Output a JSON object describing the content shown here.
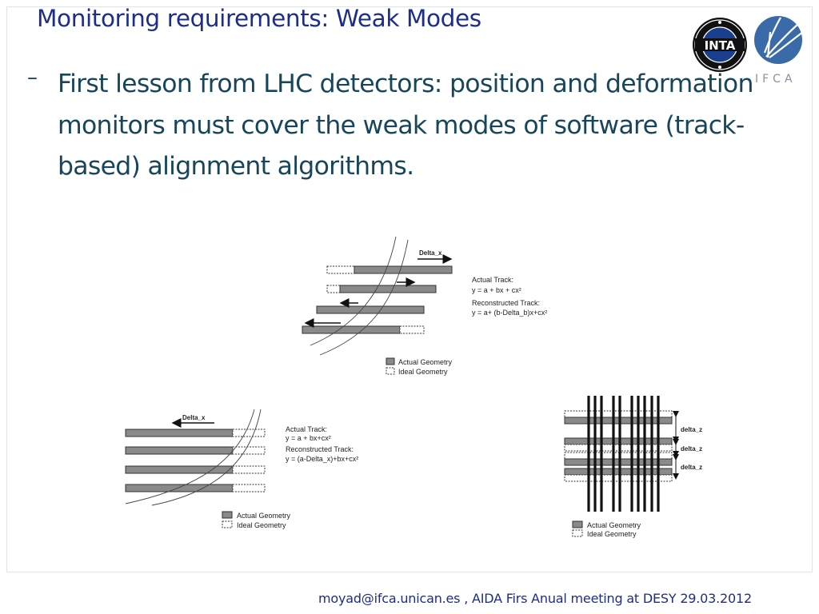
{
  "slide": {
    "title": "Monitoring requirements: Weak Modes",
    "bullet_marker": "–",
    "bullet_text": "First lesson from LHC detectors: position and deformation monitors must cover the weak modes of software (track-based) alignment algorithms.",
    "footer": "moyad@ifca.unican.es , AIDA Firs Anual meeting at DESY  29.03.2012"
  },
  "logos": {
    "inta_text": "INTA",
    "ifca_text": "IFCA"
  },
  "diagram_top": {
    "delta_label": "Delta_x",
    "actual_track_label": "Actual Track:",
    "actual_track_eq": "y = a + bx + cx²",
    "reconstructed_label": "Reconstructed Track:",
    "reconstructed_eq": "y = a+ (b-Delta_b)x+cx²",
    "legend_actual": "Actual Geometry",
    "legend_ideal": "Ideal Geometry"
  },
  "diagram_left": {
    "delta_label": "Delta_x",
    "actual_track_label": "Actual Track:",
    "actual_track_eq": "y = a + bx+cx²",
    "reconstructed_label": "Reconstructed Track:",
    "reconstructed_eq": "y = (a-Delta_x)+bx+cx²",
    "legend_actual": "Actual Geometry",
    "legend_ideal": "Ideal Geometry"
  },
  "diagram_right": {
    "delta_labels": [
      "delta_z",
      "delta_z",
      "delta_z"
    ],
    "legend_actual": "Actual Geometry",
    "legend_ideal": "Ideal Geometry"
  },
  "colors": {
    "title": "#1d2d8c",
    "body_text": "#17465a",
    "module_fill": "#8a8a8a",
    "ifca_blue": "#3a6aa8"
  }
}
